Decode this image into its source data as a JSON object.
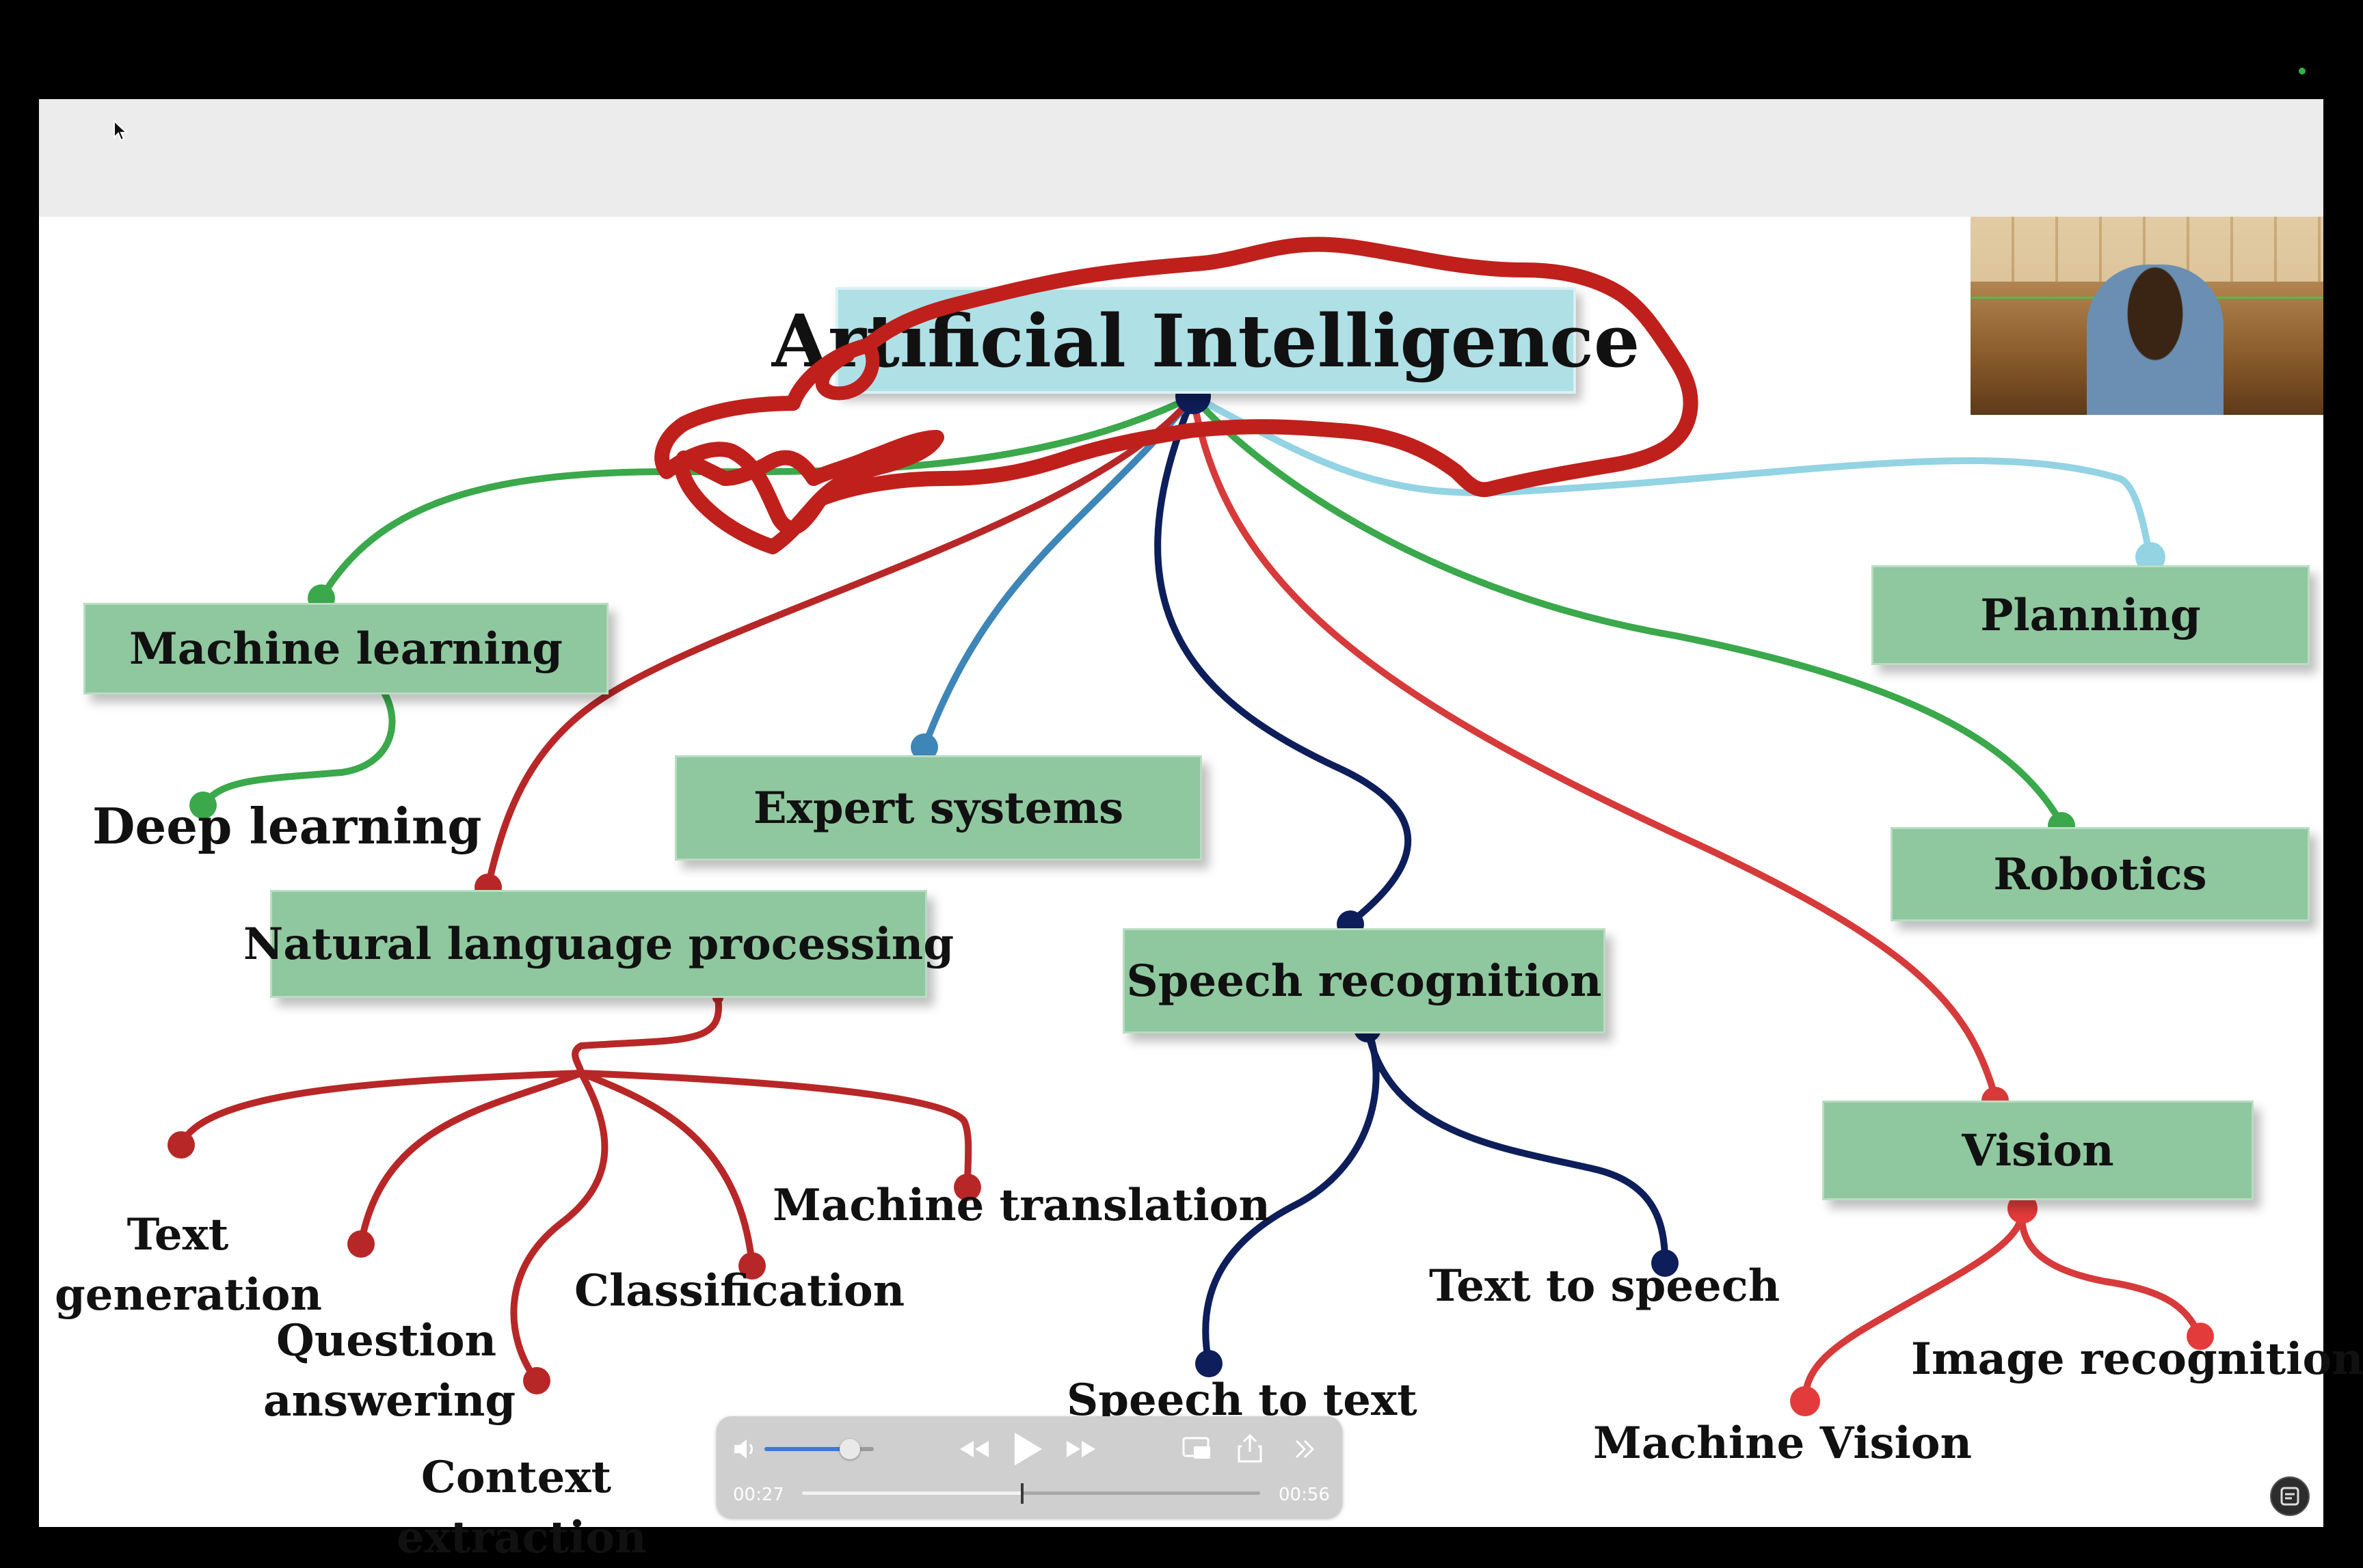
{
  "slide": {
    "root_title": "Artificial Intelligence",
    "branches": {
      "machine_learning": "Machine learning",
      "deep_learning": "Deep learning",
      "expert_systems": "Expert systems",
      "nlp": "Natural language processing",
      "speech_recognition": "Speech recognition",
      "planning": "Planning",
      "robotics": "Robotics",
      "vision": "Vision"
    },
    "nlp_children": {
      "text_generation": "Text\ngeneration",
      "question_answering": "Question\nanswering",
      "context_extraction": "Context\nextraction",
      "classification": "Classification",
      "machine_translation": "Machine translation"
    },
    "speech_children": {
      "speech_to_text": "Speech to text",
      "text_to_speech": "Text to speech"
    },
    "vision_children": {
      "image_recognition": "Image recognition",
      "machine_vision": "Machine Vision"
    },
    "colors": {
      "node_fill": "#8fc79f",
      "root_fill": "#aee0e6",
      "green_link": "#3aa84b",
      "red_link": "#c8272c",
      "navy_link": "#0d1e5a",
      "blue_link": "#3e86b8",
      "lightblue_link": "#93d3e3",
      "annotation": "#c0201c"
    }
  },
  "player": {
    "current_time": "00:27",
    "total_time": "00:56",
    "progress": 0.48,
    "volume": 0.78,
    "icons": [
      "volume-icon",
      "rewind-icon",
      "play-icon",
      "fast-forward-icon",
      "picture-in-picture-icon",
      "share-icon",
      "more-icon"
    ]
  }
}
